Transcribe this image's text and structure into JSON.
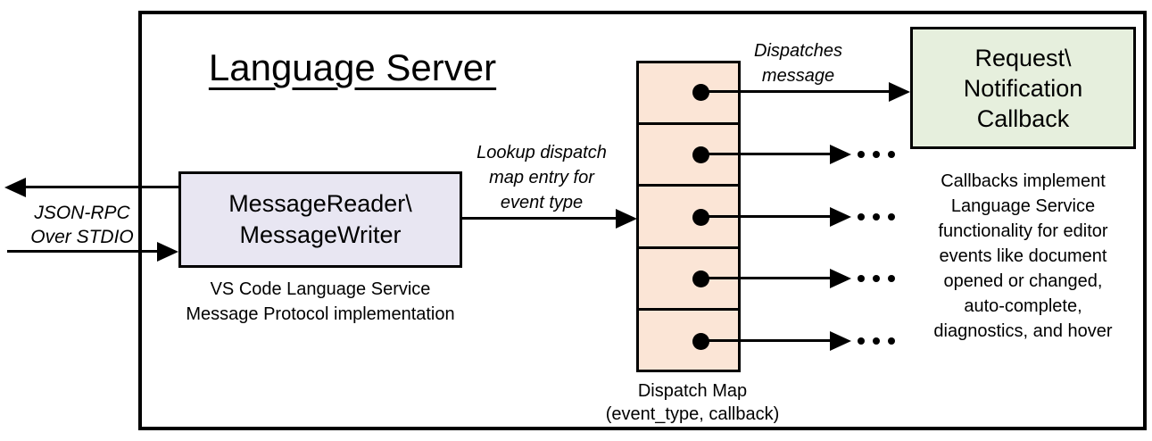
{
  "diagram": {
    "title": "Language Server",
    "colors": {
      "reader_fill": "#e8e6f2",
      "map_fill": "#fbe5d6",
      "callback_fill": "#e6efdd",
      "line": "#000000"
    },
    "io_channel": {
      "label_line1": "JSON-RPC",
      "label_line2": "Over STDIO"
    },
    "reader_node": {
      "line1": "MessageReader\\",
      "line2": "MessageWriter",
      "caption_line1": "VS Code Language Service",
      "caption_line2": "Message Protocol implementation"
    },
    "lookup_label": {
      "line1": "Lookup dispatch",
      "line2": "map entry for",
      "line3": "event type"
    },
    "dispatch_label": {
      "line1": "Dispatches",
      "line2": "message"
    },
    "dispatch_map": {
      "cell_count": 5,
      "ellipsis_symbol": "…",
      "caption_line1": "Dispatch Map",
      "caption_line2": "(event_type, callback)"
    },
    "callback_node": {
      "line1": "Request\\",
      "line2": "Notification",
      "line3": "Callback"
    },
    "callbacks_note": {
      "lines": [
        "Callbacks implement",
        "Language Service",
        "functionality for editor",
        "events like document",
        "opened or changed,",
        "auto-complete,",
        "diagnostics, and hover"
      ]
    }
  }
}
